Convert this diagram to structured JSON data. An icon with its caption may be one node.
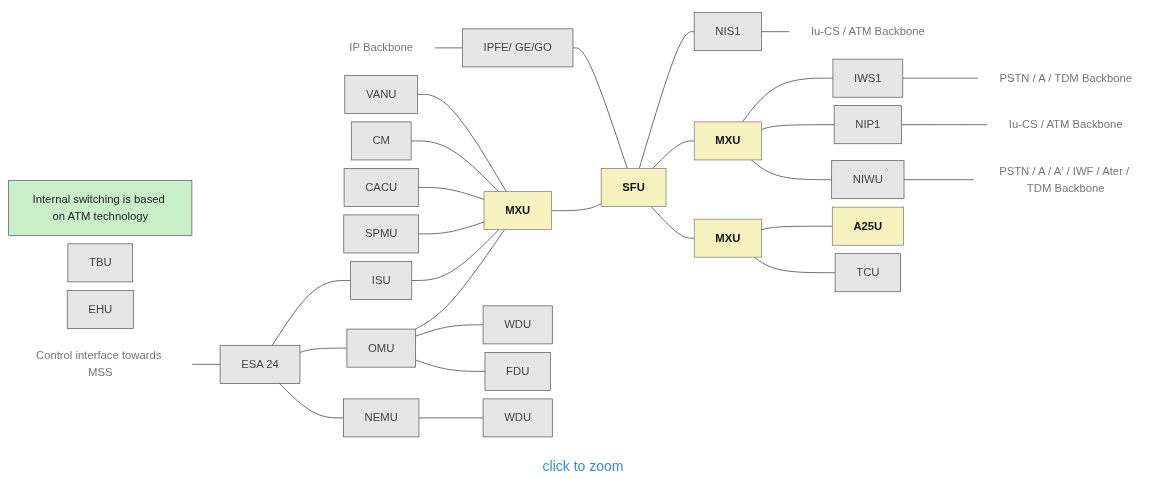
{
  "diagram": {
    "nodes": [
      {
        "text": [
          "IP Backbone"
        ]
      },
      {
        "text": [
          "IPFE/ GE/GO"
        ]
      },
      {
        "text": [
          "VANU"
        ]
      },
      {
        "text": [
          "CM"
        ]
      },
      {
        "text": [
          "CACU"
        ]
      },
      {
        "text": [
          "SPMU"
        ]
      },
      {
        "text": [
          "ISU"
        ]
      },
      {
        "text": [
          "OMU"
        ]
      },
      {
        "text": [
          "WDU"
        ]
      },
      {
        "text": [
          "FDU"
        ]
      },
      {
        "text": [
          "MXU"
        ]
      },
      {
        "text": [
          "SFU"
        ]
      },
      {
        "text": [
          "MXU"
        ]
      },
      {
        "text": [
          "MXU"
        ]
      },
      {
        "text": [
          "Internal switching is based on ATM technology"
        ]
      },
      {
        "text": [
          "NIS1"
        ]
      },
      {
        "text": [
          "Iu-CS / ATM Backbone"
        ]
      },
      {
        "text": [
          "IWS1"
        ]
      },
      {
        "text": [
          "PSTN / A / TDM Backbone"
        ]
      },
      {
        "text": [
          "NIP1"
        ]
      },
      {
        "text": [
          "Iu-CS / ATM Backbone"
        ]
      },
      {
        "text": [
          "NIWU"
        ]
      },
      {
        "text": [
          "PSTN / A / A' / IWF / Ater / TDM Backbone"
        ]
      },
      {
        "text": [
          "A25U"
        ]
      },
      {
        "text": [
          "TBU"
        ]
      },
      {
        "text": [
          "EHU"
        ]
      },
      {
        "text": [
          "TCU"
        ]
      },
      {
        "text": [
          "Control interface towards MSS"
        ]
      },
      {
        "text": [
          "ESA 24"
        ]
      },
      {
        "text": [
          "NEMU"
        ]
      },
      {
        "text": [
          "WDU"
        ]
      }
    ],
    "edges": [
      {
        "from": 0,
        "to": 1,
        "arrow": "none"
      },
      {
        "from": 1,
        "to": 11,
        "arrow": "none"
      },
      {
        "from": 11,
        "to": 15,
        "arrow": "none"
      },
      {
        "from": 15,
        "to": 16,
        "arrow": "none"
      },
      {
        "from": 2,
        "to": 10,
        "arrow": "none"
      },
      {
        "from": 3,
        "to": 10,
        "arrow": "none"
      },
      {
        "from": 4,
        "to": 10,
        "arrow": "none"
      },
      {
        "from": 5,
        "to": 10,
        "arrow": "none"
      },
      {
        "from": 6,
        "to": 10,
        "arrow": "none"
      },
      {
        "from": 7,
        "to": 10,
        "arrow": "none"
      },
      {
        "from": 7,
        "to": 8,
        "arrow": "none"
      },
      {
        "from": 7,
        "to": 9,
        "arrow": "none"
      },
      {
        "from": 10,
        "to": 11,
        "arrow": "none"
      },
      {
        "from": 11,
        "to": 12,
        "arrow": "none"
      },
      {
        "from": 11,
        "to": 13,
        "arrow": "none"
      },
      {
        "from": 12,
        "to": 17,
        "arrow": "none"
      },
      {
        "from": 17,
        "to": 18,
        "arrow": "none"
      },
      {
        "from": 12,
        "to": 19,
        "arrow": "none"
      },
      {
        "from": 19,
        "to": 20,
        "arrow": "none"
      },
      {
        "from": 12,
        "to": 21,
        "arrow": "none"
      },
      {
        "from": 21,
        "to": 22,
        "arrow": "none"
      },
      {
        "from": 13,
        "to": 23,
        "arrow": "none"
      },
      {
        "from": 13,
        "to": 26,
        "arrow": "none"
      },
      {
        "from": 27,
        "to": 28,
        "arrow": "none"
      },
      {
        "from": 28,
        "to": 6,
        "arrow": "none"
      },
      {
        "from": 28,
        "to": 7,
        "arrow": "none"
      },
      {
        "from": 28,
        "to": 29,
        "arrow": "none"
      },
      {
        "from": 29,
        "to": 30,
        "arrow": "none"
      }
    ],
    "labels": [
      "click to zoom"
    ]
  }
}
